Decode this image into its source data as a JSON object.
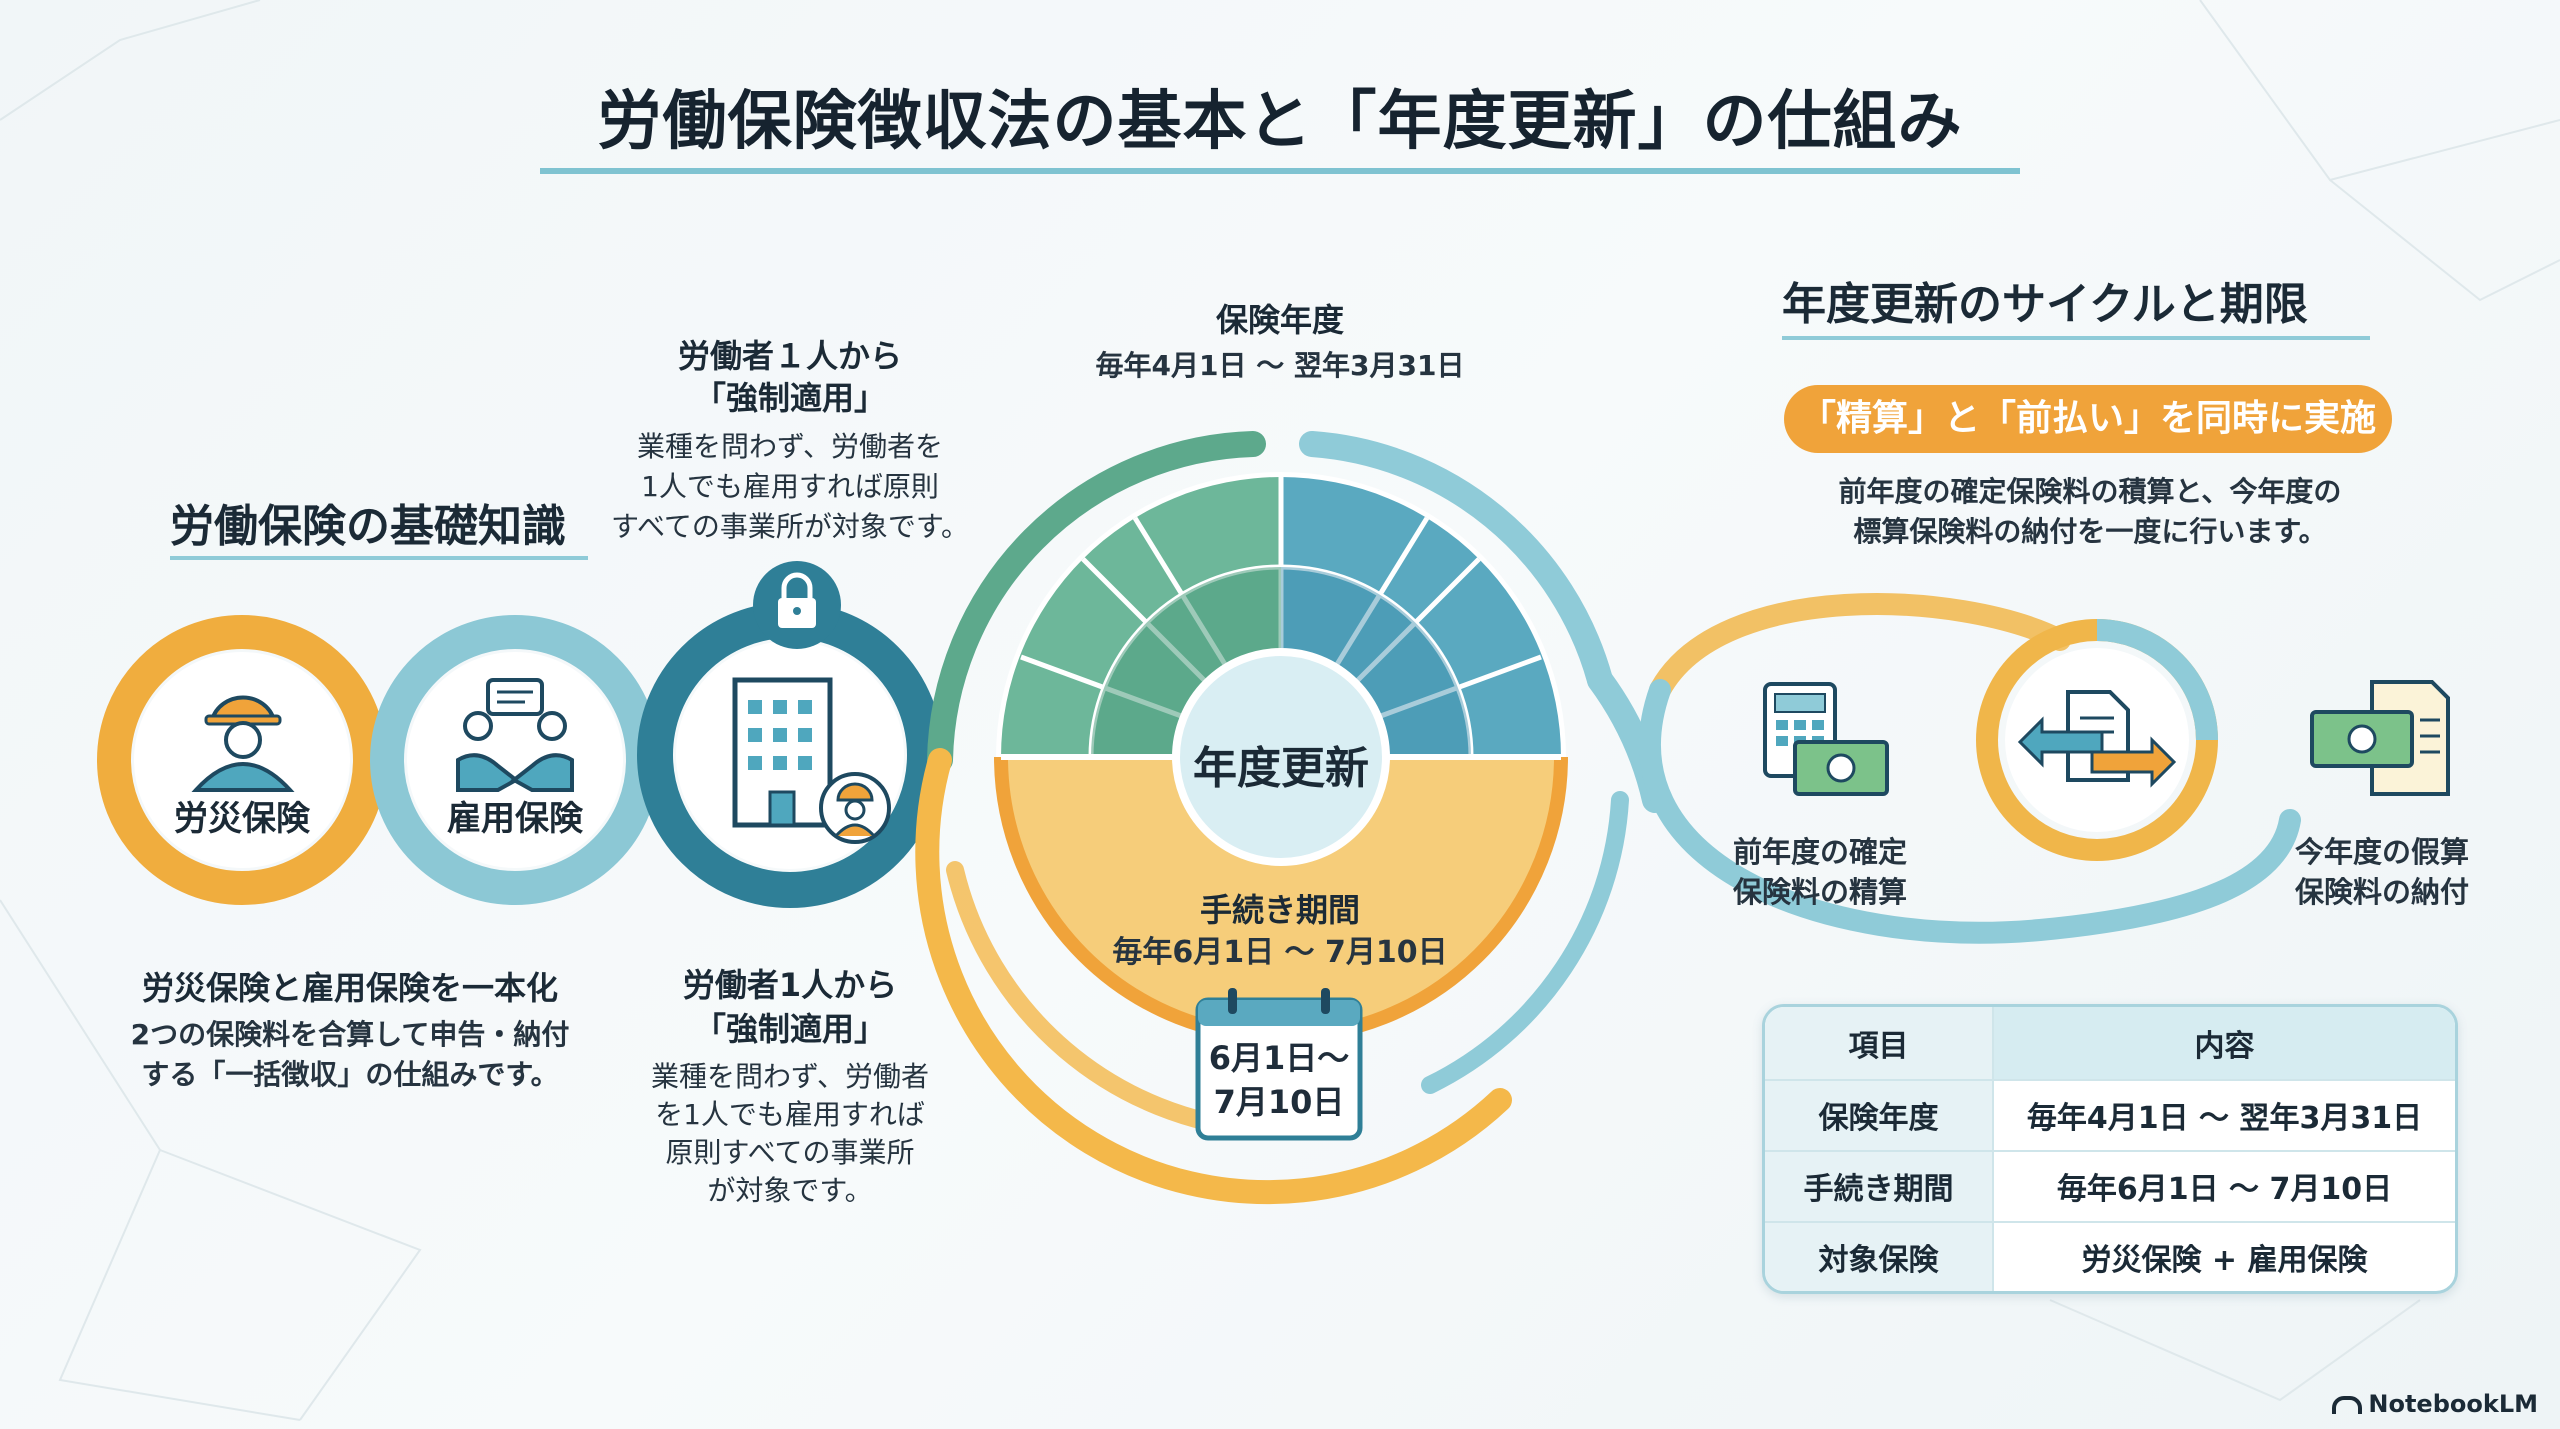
{
  "title": "労働保険徴収法の基本と「年度更新」の仕組み",
  "left": {
    "heading": "労働保険の基礎知識",
    "circle1_label": "労災保険",
    "circle2_label": "雇用保険",
    "desc_title": "労災保険と雇用保険を一本化",
    "desc_body": [
      "2つの保険料を合算して申告・納付",
      "する「一括徴収」の仕組みです。"
    ]
  },
  "compulsory_top": {
    "title": [
      "労働者１人から",
      "「強制適用」"
    ],
    "body": [
      "業種を問わず、労働者を",
      "1人でも雇用すれば原則",
      "すべての事業所が対象です。"
    ]
  },
  "compulsory_bottom": {
    "title": [
      "労働者1人から",
      "「強制適用」"
    ],
    "body": [
      "業種を問わず、労働者",
      "を1人でも雇用すれば",
      "原則すべての事業所",
      "が対象です。"
    ]
  },
  "center": {
    "year_label": "保険年度",
    "year_range": "毎年4月1日 〜 翌年3月31日",
    "hub_label": "年度更新",
    "period_label": "手続き期間",
    "period_range": "毎年6月1日 〜 7月10日",
    "calendar": [
      "6月1日〜",
      "7月10日"
    ]
  },
  "right": {
    "heading": "年度更新のサイクルと期限",
    "badge": "「精算」と「前払い」を同時に実施",
    "desc": [
      "前年度の確定保険料の積算と、今年度の",
      "標算保険料の納付を一度に行います。"
    ],
    "item_left": [
      "前年度の確定",
      "保険料の精算"
    ],
    "item_right": [
      "今年度の假算",
      "保険料の納付"
    ]
  },
  "table": {
    "headers": [
      "項目",
      "内容"
    ],
    "rows": [
      [
        "保険年度",
        "毎年4月1日 〜 翌年3月31日"
      ],
      [
        "手続き期間",
        "毎年6月1日 〜 7月10日"
      ],
      [
        "対象保険",
        "労災保険 + 雇用保険"
      ]
    ]
  },
  "brand": "NotebookLM",
  "colors": {
    "orange": "#f0a33a",
    "teal": "#4fa7be",
    "dark_teal": "#2f7f97",
    "green": "#5da98c",
    "light_teal": "#8fcbd8"
  },
  "icons": [
    "helmet-worker-icon",
    "handshake-icon",
    "building-icon",
    "lock-icon",
    "calendar-icon",
    "calculator-icon",
    "money-icon",
    "document-exchange-icon",
    "money-document-icon",
    "notebooklm-logo-icon"
  ]
}
